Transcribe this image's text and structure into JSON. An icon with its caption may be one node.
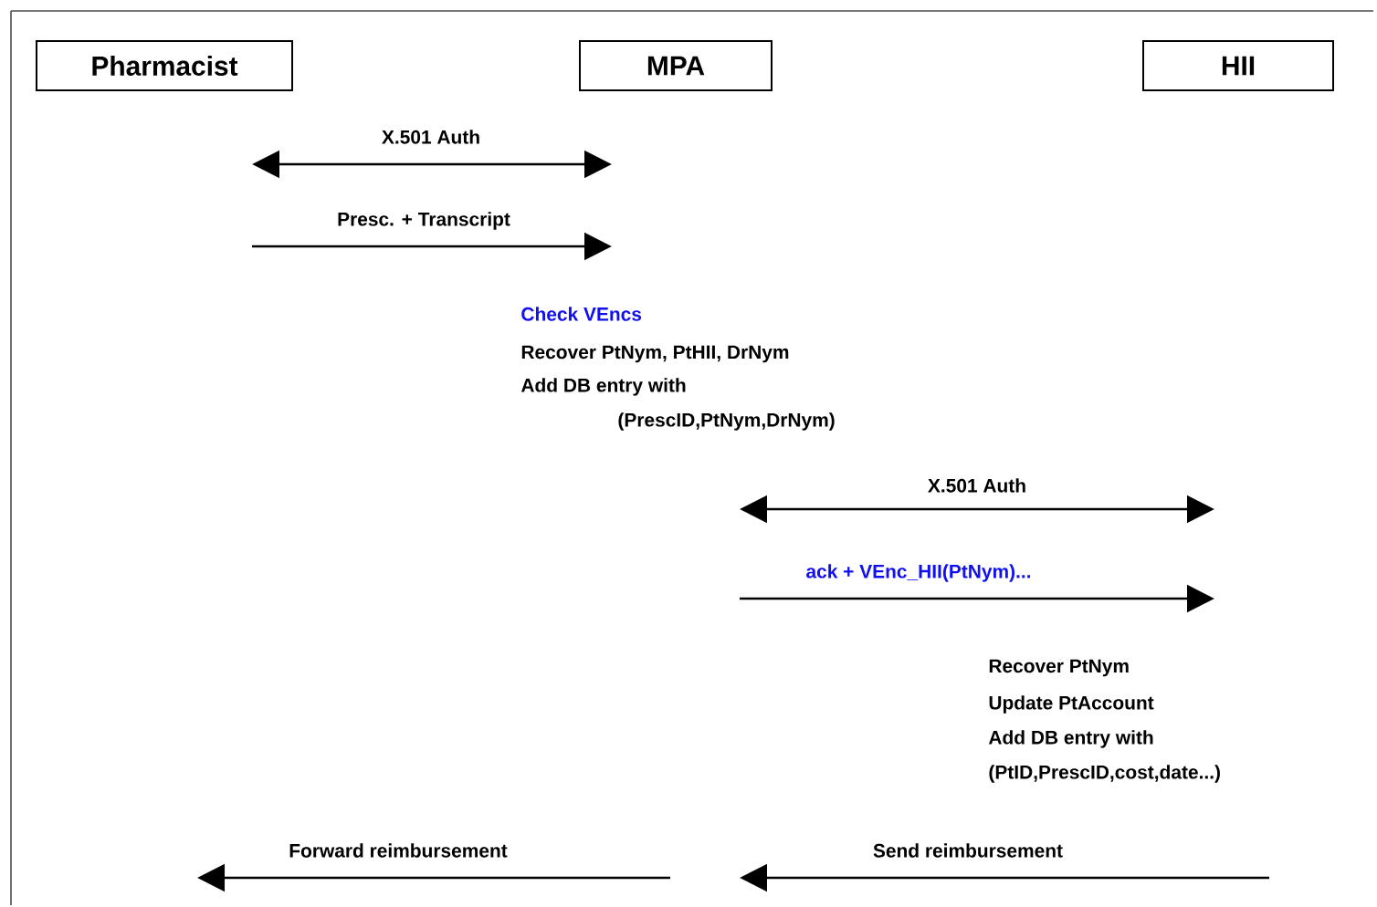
{
  "diagram": {
    "nodes": [
      {
        "text": [
          "Pharmacist"
        ]
      },
      {
        "text": [
          "MPA"
        ]
      },
      {
        "text": [
          "HII"
        ]
      }
    ],
    "labels": [
      "X.501 Auth",
      "Presc. + Transcript",
      "Check VEncs",
      "Recover PtNym, PtHII, DrNym",
      "Add DB entry with",
      "(PrescID,PtNym,DrNym)",
      "X.501 Auth",
      "ack + VEnc_HII(PtNym)...",
      "Recover PtNym",
      "Update PtAccount",
      "Add DB entry with",
      "(PtID,PrescID,cost,date...)",
      "Forward reimbursement",
      "Send reimbursement"
    ]
  }
}
